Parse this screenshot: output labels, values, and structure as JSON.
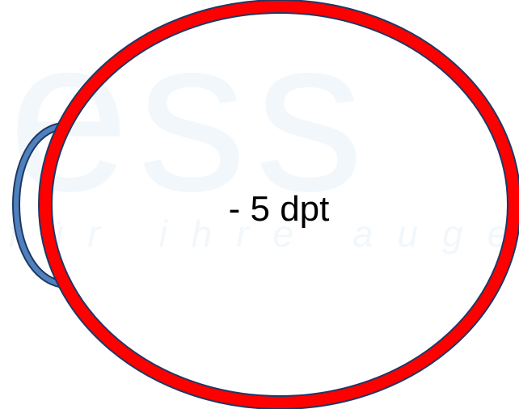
{
  "diagram": {
    "label": "- 5 dpt",
    "watermark": {
      "logo_text": "ess",
      "tagline": "für ihre augen"
    },
    "colors": {
      "eyeball_ring": "#ff0000",
      "eyeball_outline": "#1f3864",
      "cornea_fill": "#4f81bd",
      "cornea_outline": "#1f3864",
      "watermark": "#f3f8fc"
    },
    "icons": {
      "eyeball": "eyeball-outline-icon",
      "cornea": "cornea-icon"
    }
  }
}
